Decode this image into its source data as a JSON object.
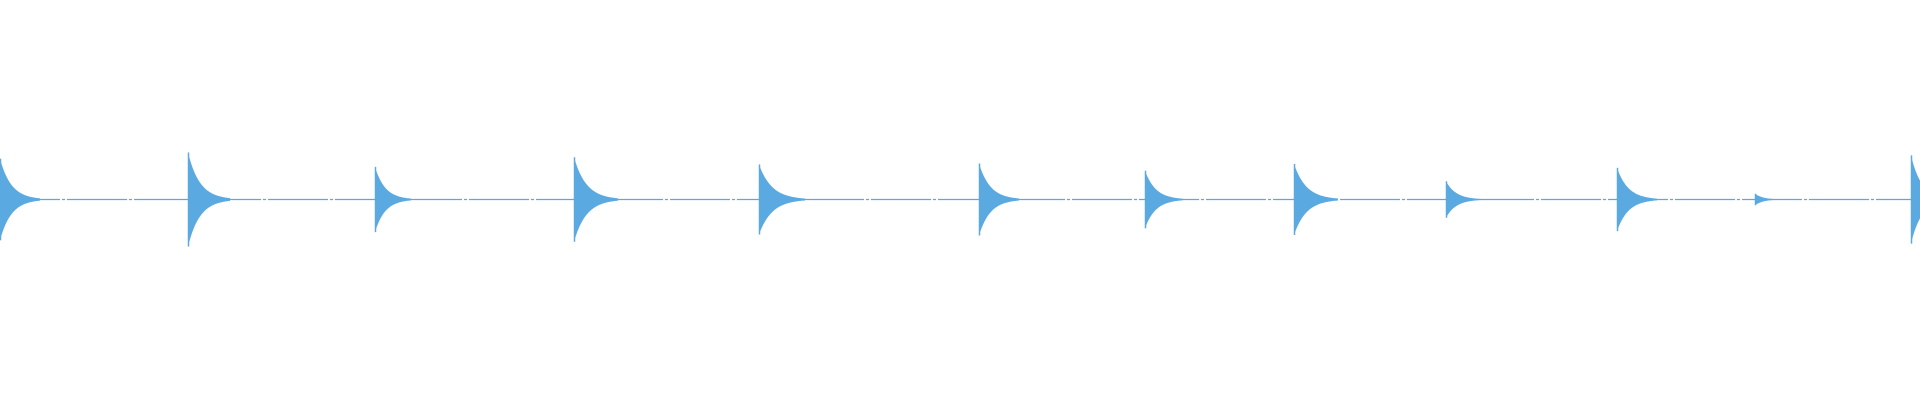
{
  "waveform": {
    "color": "#5ba9e1",
    "background": "#ffffff",
    "transients": [
      {
        "peak": 0.85,
        "decay": 0.55
      },
      {
        "peak": 0.98,
        "decay": 0.6
      },
      {
        "peak": 0.68,
        "decay": 0.45
      },
      {
        "peak": 0.88,
        "decay": 0.65
      },
      {
        "peak": 0.73,
        "decay": 0.7
      },
      {
        "peak": 0.75,
        "decay": 0.55
      },
      {
        "peak": 0.6,
        "decay": 0.5
      },
      {
        "peak": 0.74,
        "decay": 0.65
      },
      {
        "peak": 0.38,
        "decay": 0.45
      },
      {
        "peak": 0.66,
        "decay": 0.55
      },
      {
        "peak": 0.12,
        "decay": 0.25
      },
      {
        "peak": 0.92,
        "decay": 0.5
      }
    ]
  }
}
